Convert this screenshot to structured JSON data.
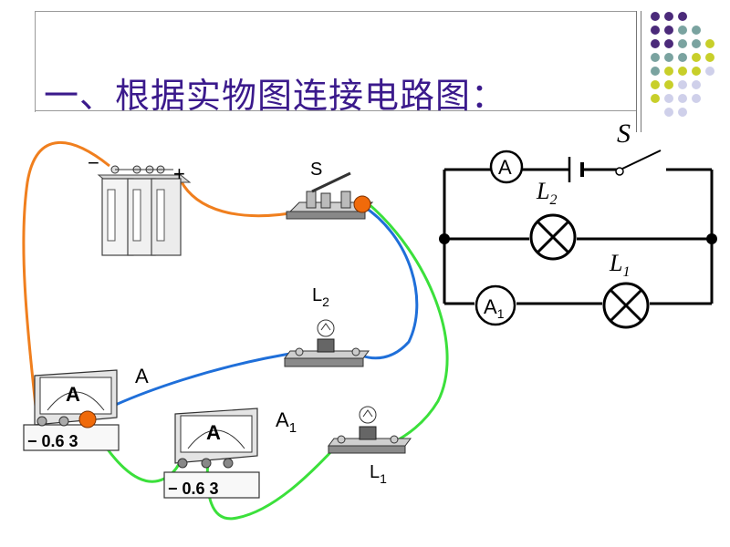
{
  "title": "一、根据实物图连接电路图：",
  "physical_labels": {
    "switch": "S",
    "lamp2": "L",
    "lamp2_sub": "2",
    "ammeter": "A",
    "ammeter1": "A",
    "ammeter1_sub": "1",
    "lamp1": "L",
    "lamp1_sub": "1",
    "battery_minus": "−",
    "battery_plus": "+",
    "meter_face": "A",
    "meter_scale": "− 0.6  3"
  },
  "schematic_labels": {
    "switch": "S",
    "ammeter": "A",
    "ammeter1": "A",
    "ammeter1_sub": "1",
    "lamp2": "L",
    "lamp2_sub": "2",
    "lamp1": "L",
    "lamp1_sub": "1"
  },
  "colors": {
    "title": "#3b1a8c",
    "wire_orange": "#f07f1e",
    "wire_blue": "#1f6fd9",
    "wire_green": "#3be03b",
    "terminal_orange": "#f06a0a",
    "dot_purple": "#4b2a7a",
    "dot_teal": "#7aa3a0",
    "dot_yellow": "#c8cf2a",
    "dot_lavender": "#cfd0ea"
  }
}
